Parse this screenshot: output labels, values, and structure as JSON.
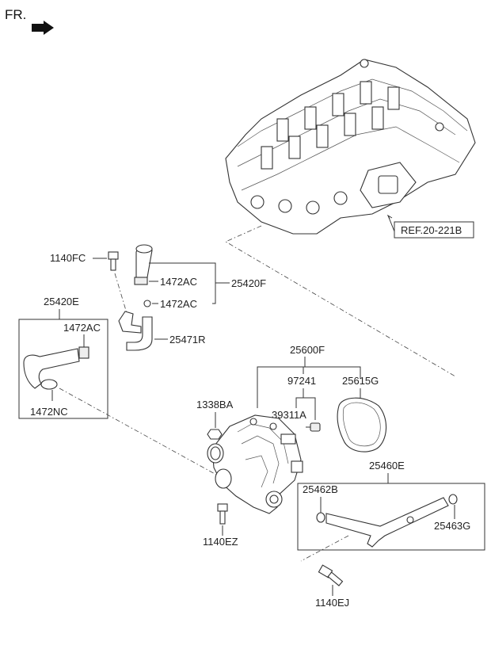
{
  "direction_label": "FR.",
  "reference_label": "REF.20-221B",
  "part_numbers": {
    "p1140FC": "1140FC",
    "p1472AC_a": "1472AC",
    "p1472AC_b": "1472AC",
    "p1472AC_c": "1472AC",
    "p25420F": "25420F",
    "p25420E": "25420E",
    "p25471R": "25471R",
    "p1472NC": "1472NC",
    "p25600F": "25600F",
    "p97241": "97241",
    "p25615G": "25615G",
    "p1338BA": "1338BA",
    "p39311A": "39311A",
    "p25460E": "25460E",
    "p25462B": "25462B",
    "p25463G": "25463G",
    "p1140EZ": "1140EZ",
    "p1140EJ": "1140EJ"
  },
  "icons": {
    "front_arrow": "arrow-icon"
  }
}
